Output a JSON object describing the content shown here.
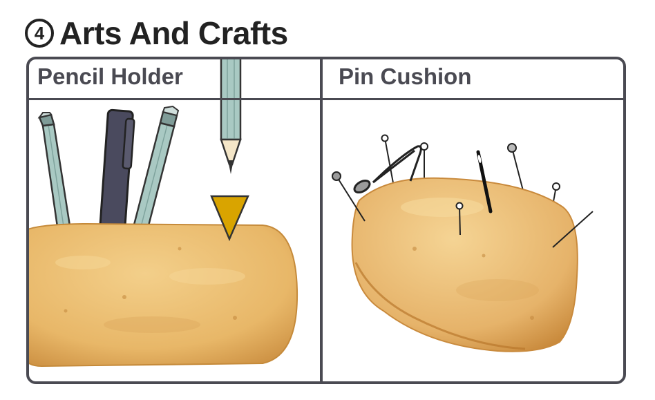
{
  "header": {
    "step_number": "4",
    "title": "Arts And Crafts"
  },
  "panels": [
    {
      "label": "Pencil Holder"
    },
    {
      "label": "Pin Cushion"
    }
  ],
  "colors": {
    "frame": "#4a4a52",
    "title_text": "#222222",
    "cake": "#e8b768",
    "cake_crust": "#c98a3c",
    "pencil_body": "#a9c9c3",
    "marker_body": "#4a4a5e",
    "arrow": "#d9a400"
  }
}
